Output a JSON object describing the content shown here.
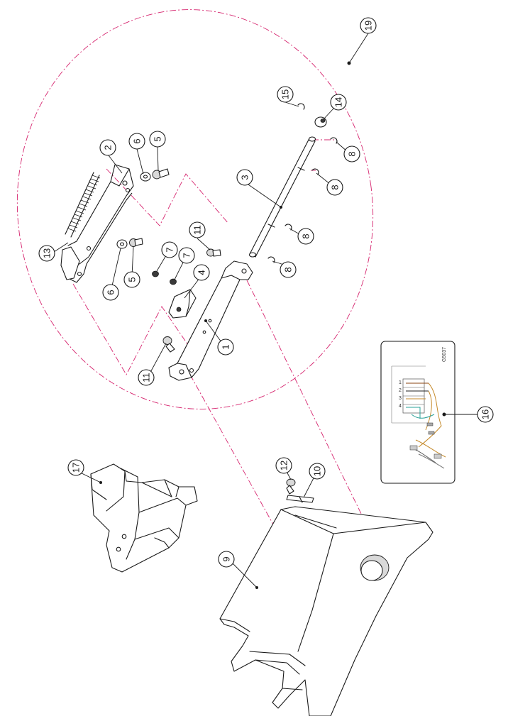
{
  "inset": {
    "code": "G5037",
    "pin_labels": [
      "1",
      "2",
      "3",
      "4"
    ]
  },
  "callouts": [
    "1",
    "2",
    "3",
    "4",
    "5",
    "5",
    "6",
    "6",
    "7",
    "7",
    "8",
    "8",
    "8",
    "8",
    "9",
    "10",
    "11",
    "11",
    "12",
    "13",
    "14",
    "15",
    "16",
    "17",
    "19"
  ]
}
